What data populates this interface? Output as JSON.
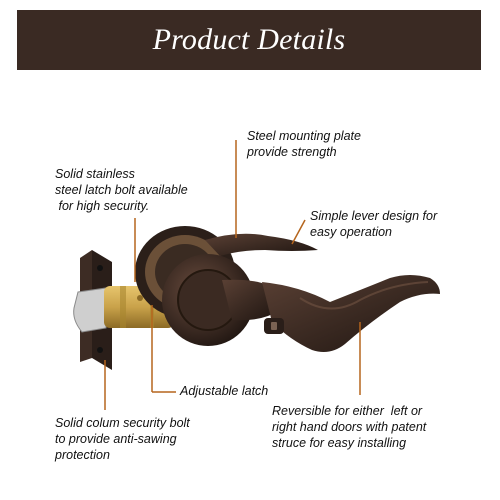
{
  "banner": {
    "title": "Product Details",
    "bg_color": "#3a2a23",
    "text_color": "#ffffff"
  },
  "callouts": {
    "mounting_plate": "Steel mounting plate\nprovide strength",
    "latch_bolt": "Solid stainless\nsteel latch bolt available\n for high security.",
    "lever_design": "Simple lever design for\neasy operation",
    "adjustable_latch": "Adjustable latch",
    "security_bolt": "Solid colum security bolt\nto provide anti-sawing\nprotection",
    "reversible": "Reversible for either  left or\nright hand doors with patent\nstruce for easy installing"
  },
  "colors": {
    "leader_line": "#b5651d",
    "lock_finish": "#3b2a22",
    "brass": "#c9a24a"
  }
}
